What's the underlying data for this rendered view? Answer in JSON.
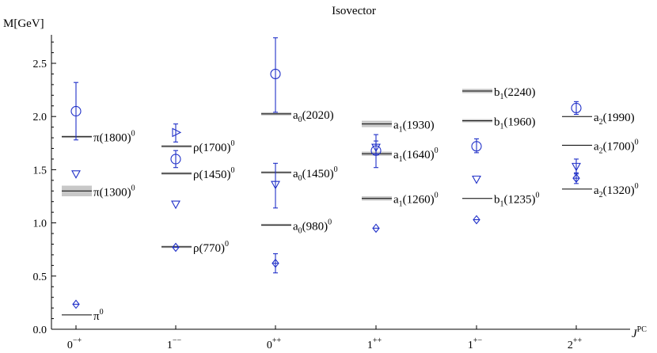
{
  "chart_data": {
    "type": "scatter",
    "title": "Isovector",
    "ylabel": "M[GeV]",
    "xlabel": "J^PC",
    "ylim": [
      0,
      2.75
    ],
    "yticks": [
      "0.0",
      "0.5",
      "1.0",
      "1.5",
      "2.0",
      "2.5"
    ],
    "ytick_values": [
      0,
      0.5,
      1.0,
      1.5,
      2.0,
      2.5
    ],
    "categories": [
      {
        "label": "0",
        "sup": "−+"
      },
      {
        "label": "1",
        "sup": "−−"
      },
      {
        "label": "0",
        "sup": "++"
      },
      {
        "label": "1",
        "sup": "++"
      },
      {
        "label": "1",
        "sup": "+−"
      },
      {
        "label": "2",
        "sup": "++"
      }
    ],
    "experimental_states": [
      {
        "cat": 0,
        "mass": 0.135,
        "width": 0,
        "name": "π",
        "sub": "",
        "paren": "",
        "sup": "0",
        "label_y": 0.135
      },
      {
        "cat": 0,
        "mass": 1.3,
        "width": 0.1,
        "name": "π",
        "sub": "",
        "paren": "(1300)",
        "sup": "0",
        "label_y": 1.3
      },
      {
        "cat": 0,
        "mass": 1.81,
        "width": 0.02,
        "name": "π",
        "sub": "",
        "paren": "(1800)",
        "sup": "0",
        "label_y": 1.81
      },
      {
        "cat": 1,
        "mass": 0.775,
        "width": 0.01,
        "name": "ρ",
        "sub": "",
        "paren": "(770)",
        "sup": "0",
        "label_y": 0.775
      },
      {
        "cat": 1,
        "mass": 1.465,
        "width": 0.025,
        "name": "ρ",
        "sub": "",
        "paren": "(1450)",
        "sup": "0",
        "label_y": 1.465
      },
      {
        "cat": 1,
        "mass": 1.72,
        "width": 0.02,
        "name": "ρ",
        "sub": "",
        "paren": "(1700)",
        "sup": "0",
        "label_y": 1.72
      },
      {
        "cat": 2,
        "mass": 0.98,
        "width": 0.02,
        "name": "a",
        "sub": "0",
        "paren": "(980)",
        "sup": "0",
        "label_y": 0.98
      },
      {
        "cat": 2,
        "mass": 1.474,
        "width": 0.02,
        "name": "a",
        "sub": "0",
        "paren": "(1450)",
        "sup": "0",
        "label_y": 1.474
      },
      {
        "cat": 2,
        "mass": 2.025,
        "width": 0.03,
        "name": "a",
        "sub": "0",
        "paren": "(2020)",
        "sup": "",
        "label_y": 2.025
      },
      {
        "cat": 3,
        "mass": 1.23,
        "width": 0.04,
        "name": "a",
        "sub": "1",
        "paren": "(1260)",
        "sup": "0",
        "label_y": 1.23
      },
      {
        "cat": 3,
        "mass": 1.65,
        "width": 0.04,
        "name": "a",
        "sub": "1",
        "paren": "(1640)",
        "sup": "0",
        "label_y": 1.65
      },
      {
        "cat": 3,
        "mass": 1.93,
        "width": 0.06,
        "name": "a",
        "sub": "1",
        "paren": "(1930)",
        "sup": "",
        "label_y": 1.93
      },
      {
        "cat": 4,
        "mass": 1.23,
        "width": 0,
        "name": "b",
        "sub": "1",
        "paren": "(1235)",
        "sup": "0",
        "label_y": 1.23
      },
      {
        "cat": 4,
        "mass": 1.96,
        "width": 0.03,
        "name": "b",
        "sub": "1",
        "paren": "(1960)",
        "sup": "",
        "label_y": 1.96
      },
      {
        "cat": 4,
        "mass": 2.24,
        "width": 0.04,
        "name": "b",
        "sub": "1",
        "paren": "(2240)",
        "sup": "",
        "label_y": 2.24
      },
      {
        "cat": 5,
        "mass": 1.318,
        "width": 0,
        "name": "a",
        "sub": "2",
        "paren": "(1320)",
        "sup": "0",
        "label_y": 1.318
      },
      {
        "cat": 5,
        "mass": 1.73,
        "width": 0,
        "name": "a",
        "sub": "2",
        "paren": "(1700)",
        "sup": "0",
        "label_y": 1.73
      },
      {
        "cat": 5,
        "mass": 2.0,
        "width": 0,
        "name": "a",
        "sub": "2",
        "paren": "(1990)",
        "sup": "",
        "label_y": 2.0
      }
    ],
    "model_points": [
      {
        "cat": 0,
        "shape": "diamond",
        "value": 0.235,
        "err_lo": null,
        "err_hi": null
      },
      {
        "cat": 0,
        "shape": "triangle-down",
        "value": 1.46,
        "err_lo": null,
        "err_hi": null
      },
      {
        "cat": 0,
        "shape": "circle",
        "value": 2.05,
        "err_lo": 1.78,
        "err_hi": 2.32
      },
      {
        "cat": 1,
        "shape": "diamond",
        "value": 0.77,
        "err_lo": null,
        "err_hi": null
      },
      {
        "cat": 1,
        "shape": "triangle-down",
        "value": 1.175,
        "err_lo": null,
        "err_hi": null
      },
      {
        "cat": 1,
        "shape": "circle",
        "value": 1.6,
        "err_lo": 1.52,
        "err_hi": 1.68
      },
      {
        "cat": 1,
        "shape": "triangle-right",
        "value": 1.85,
        "err_lo": 1.76,
        "err_hi": 1.93
      },
      {
        "cat": 2,
        "shape": "diamond",
        "value": 0.62,
        "err_lo": 0.53,
        "err_hi": 0.71
      },
      {
        "cat": 2,
        "shape": "triangle-down",
        "value": 1.36,
        "err_lo": 1.14,
        "err_hi": 1.56
      },
      {
        "cat": 2,
        "shape": "circle",
        "value": 2.4,
        "err_lo": 2.04,
        "err_hi": 2.74
      },
      {
        "cat": 3,
        "shape": "diamond",
        "value": 0.95,
        "err_lo": null,
        "err_hi": null
      },
      {
        "cat": 3,
        "shape": "circle",
        "value": 1.68,
        "err_lo": 1.52,
        "err_hi": 1.83
      },
      {
        "cat": 3,
        "shape": "triangle-down",
        "value": 1.71,
        "err_lo": 1.65,
        "err_hi": 1.77
      },
      {
        "cat": 4,
        "shape": "diamond",
        "value": 1.03,
        "err_lo": null,
        "err_hi": null
      },
      {
        "cat": 4,
        "shape": "triangle-down",
        "value": 1.41,
        "err_lo": null,
        "err_hi": null
      },
      {
        "cat": 4,
        "shape": "circle",
        "value": 1.72,
        "err_lo": 1.66,
        "err_hi": 1.79
      },
      {
        "cat": 5,
        "shape": "diamond",
        "value": 1.42,
        "err_lo": 1.37,
        "err_hi": 1.47
      },
      {
        "cat": 5,
        "shape": "triangle-down",
        "value": 1.53,
        "err_lo": 1.46,
        "err_hi": 1.6
      },
      {
        "cat": 5,
        "shape": "circle",
        "value": 2.08,
        "err_lo": 2.02,
        "err_hi": 2.14
      }
    ]
  }
}
